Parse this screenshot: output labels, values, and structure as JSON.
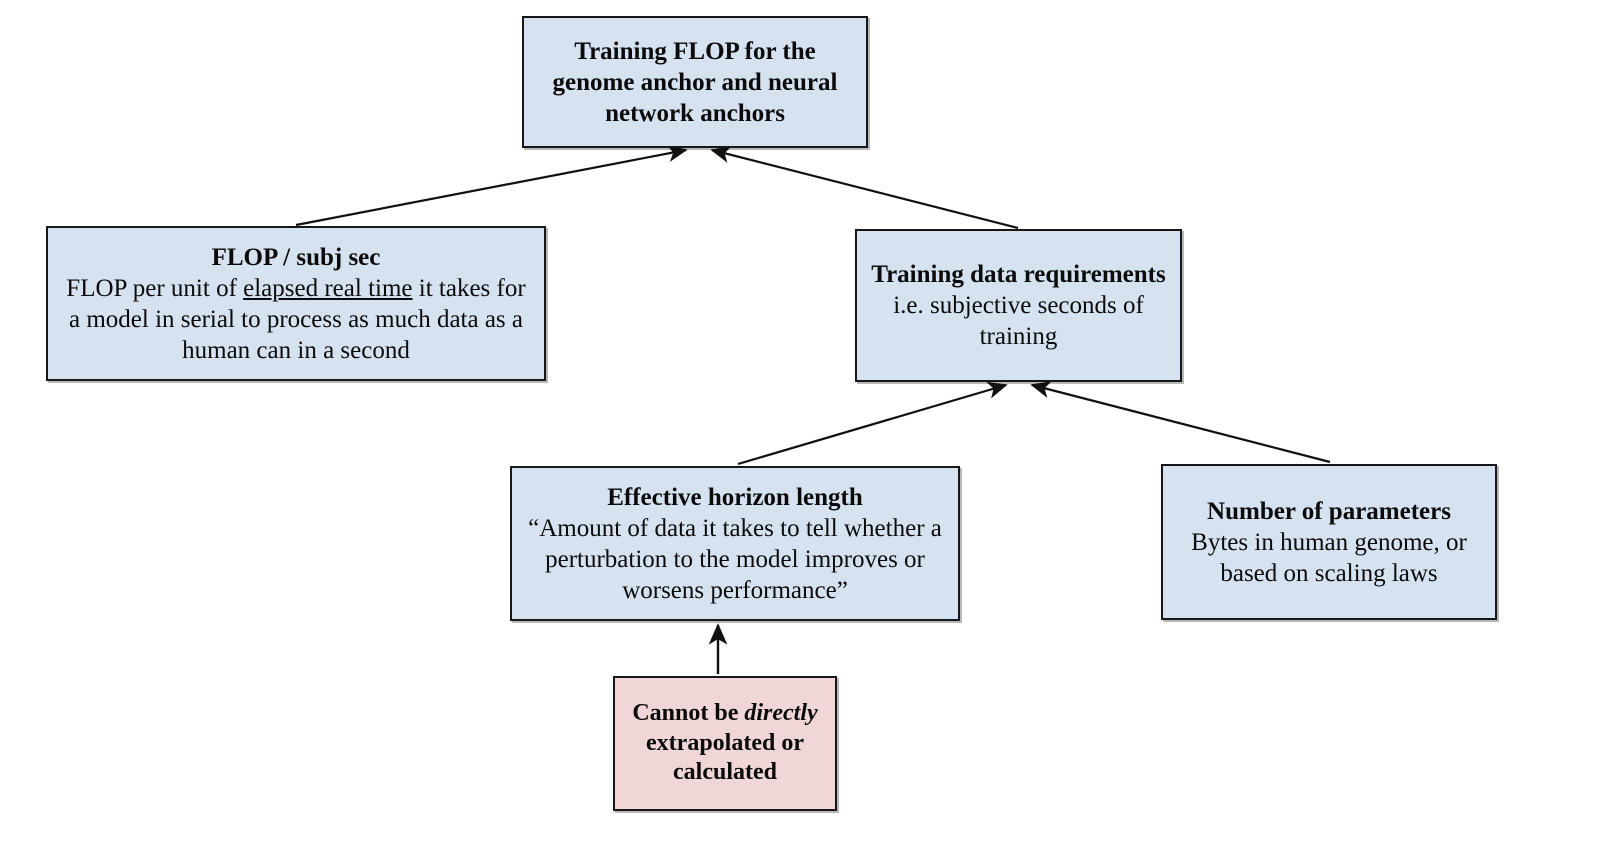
{
  "diagram": {
    "type": "flowchart",
    "direction": "bottom-up",
    "background": "#ffffff",
    "colors": {
      "node_blue_fill": "#d6e2f0",
      "node_pink_fill": "#f0d6d6",
      "node_border": "#171717",
      "edge": "#111111",
      "text": "#0b0b0b"
    }
  },
  "nodes": {
    "root": {
      "id": "training-flop",
      "fill": "blue",
      "title": "Training FLOP for the genome anchor and neural network anchors",
      "desc": ""
    },
    "flop_subj_sec": {
      "id": "flop-subj-sec",
      "fill": "blue",
      "title": "FLOP / subj sec",
      "desc_part1": "FLOP per unit of ",
      "desc_underlined": "elapsed real time",
      "desc_part2": " it takes for a model in serial  to process as much data as a human can in a second"
    },
    "training_data": {
      "id": "training-data-requirements",
      "fill": "blue",
      "title": "Training data requirements",
      "desc": "i.e. subjective seconds of training"
    },
    "effective_horizon": {
      "id": "effective-horizon-length",
      "fill": "blue",
      "title": "Effective horizon length",
      "desc": "“Amount of data it takes to tell whether a perturbation to the model improves or worsens performance”"
    },
    "num_parameters": {
      "id": "number-of-parameters",
      "fill": "blue",
      "title": "Number of parameters",
      "desc": "Bytes in human genome, or based on scaling laws"
    },
    "cannot_extrapolate": {
      "id": "cannot-be-directly-extrapolated",
      "fill": "pink",
      "title_part1": "Cannot be ",
      "title_italic": "directly",
      "title_part2": " extrapolated or calculated"
    }
  },
  "edges": [
    {
      "from": "flop_subj_sec",
      "to": "root",
      "arrow": "to"
    },
    {
      "from": "training_data",
      "to": "root",
      "arrow": "to"
    },
    {
      "from": "effective_horizon",
      "to": "training_data",
      "arrow": "to"
    },
    {
      "from": "num_parameters",
      "to": "training_data",
      "arrow": "to"
    },
    {
      "from": "cannot_extrapolate",
      "to": "effective_horizon",
      "arrow": "to"
    }
  ]
}
